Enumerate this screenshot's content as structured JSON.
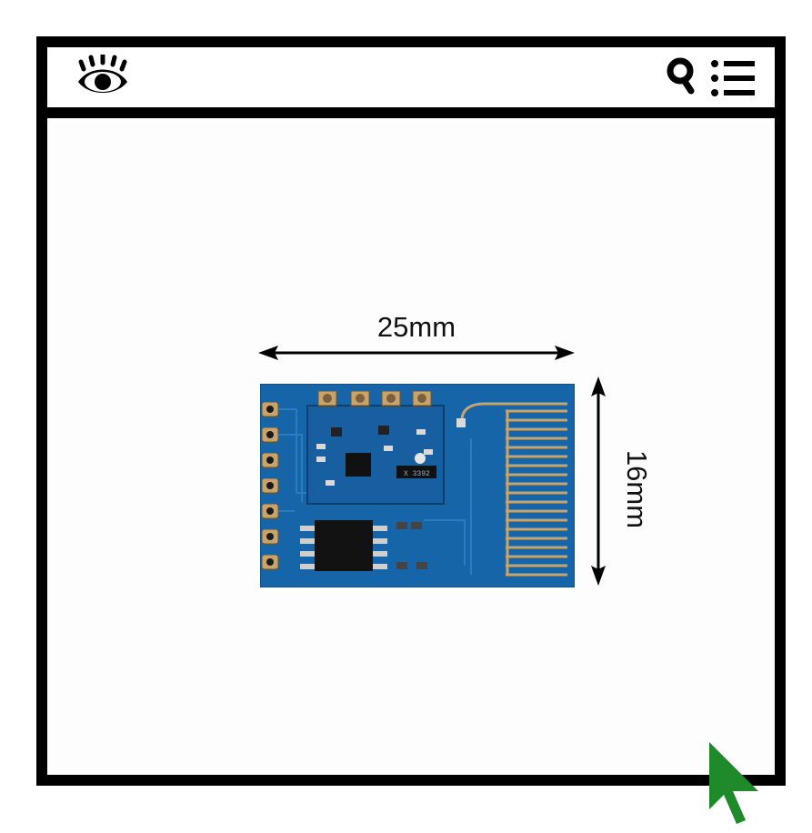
{
  "toolbar": {
    "left_icon": "eye-icon",
    "right_icons": [
      "search-icon",
      "menu-list-icon"
    ]
  },
  "content": {
    "width_label": "25mm",
    "height_label": "16mm",
    "image": "pcb-module-image",
    "pcb_chip_text": "X 3392"
  },
  "overlay": {
    "cursor_icon": "pointer-cursor-icon",
    "cursor_color": "#1e8a2a"
  },
  "colors": {
    "frame": "#000000",
    "pcb_blue": "#1665a8",
    "pad_gold": "#c8a46a"
  }
}
